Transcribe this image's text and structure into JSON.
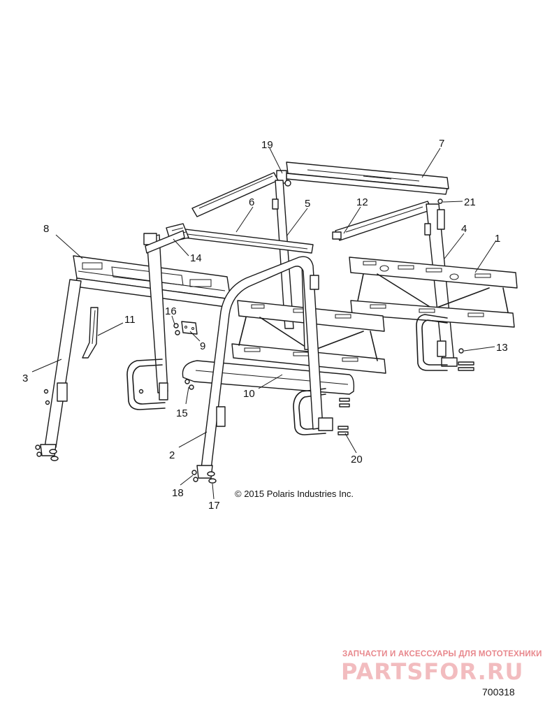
{
  "copyright": "© 2015 Polaris Industries Inc.",
  "figure_id": "700318",
  "watermark": {
    "tagline": "ЗАПЧАСТИ И АКСЕССУАРЫ ДЛЯ МОТОТЕХНИКИ",
    "logo": "PARTSFOR.RU",
    "color": "#e8878c"
  },
  "callouts": {
    "1": "1",
    "2": "2",
    "3": "3",
    "4": "4",
    "5": "5",
    "6": "6",
    "7": "7",
    "8": "8",
    "9": "9",
    "10": "10",
    "11": "11",
    "12": "12",
    "13": "13",
    "14": "14",
    "15": "15",
    "16": "16",
    "17": "17",
    "18": "18",
    "19": "19",
    "20": "20",
    "21": "21"
  }
}
